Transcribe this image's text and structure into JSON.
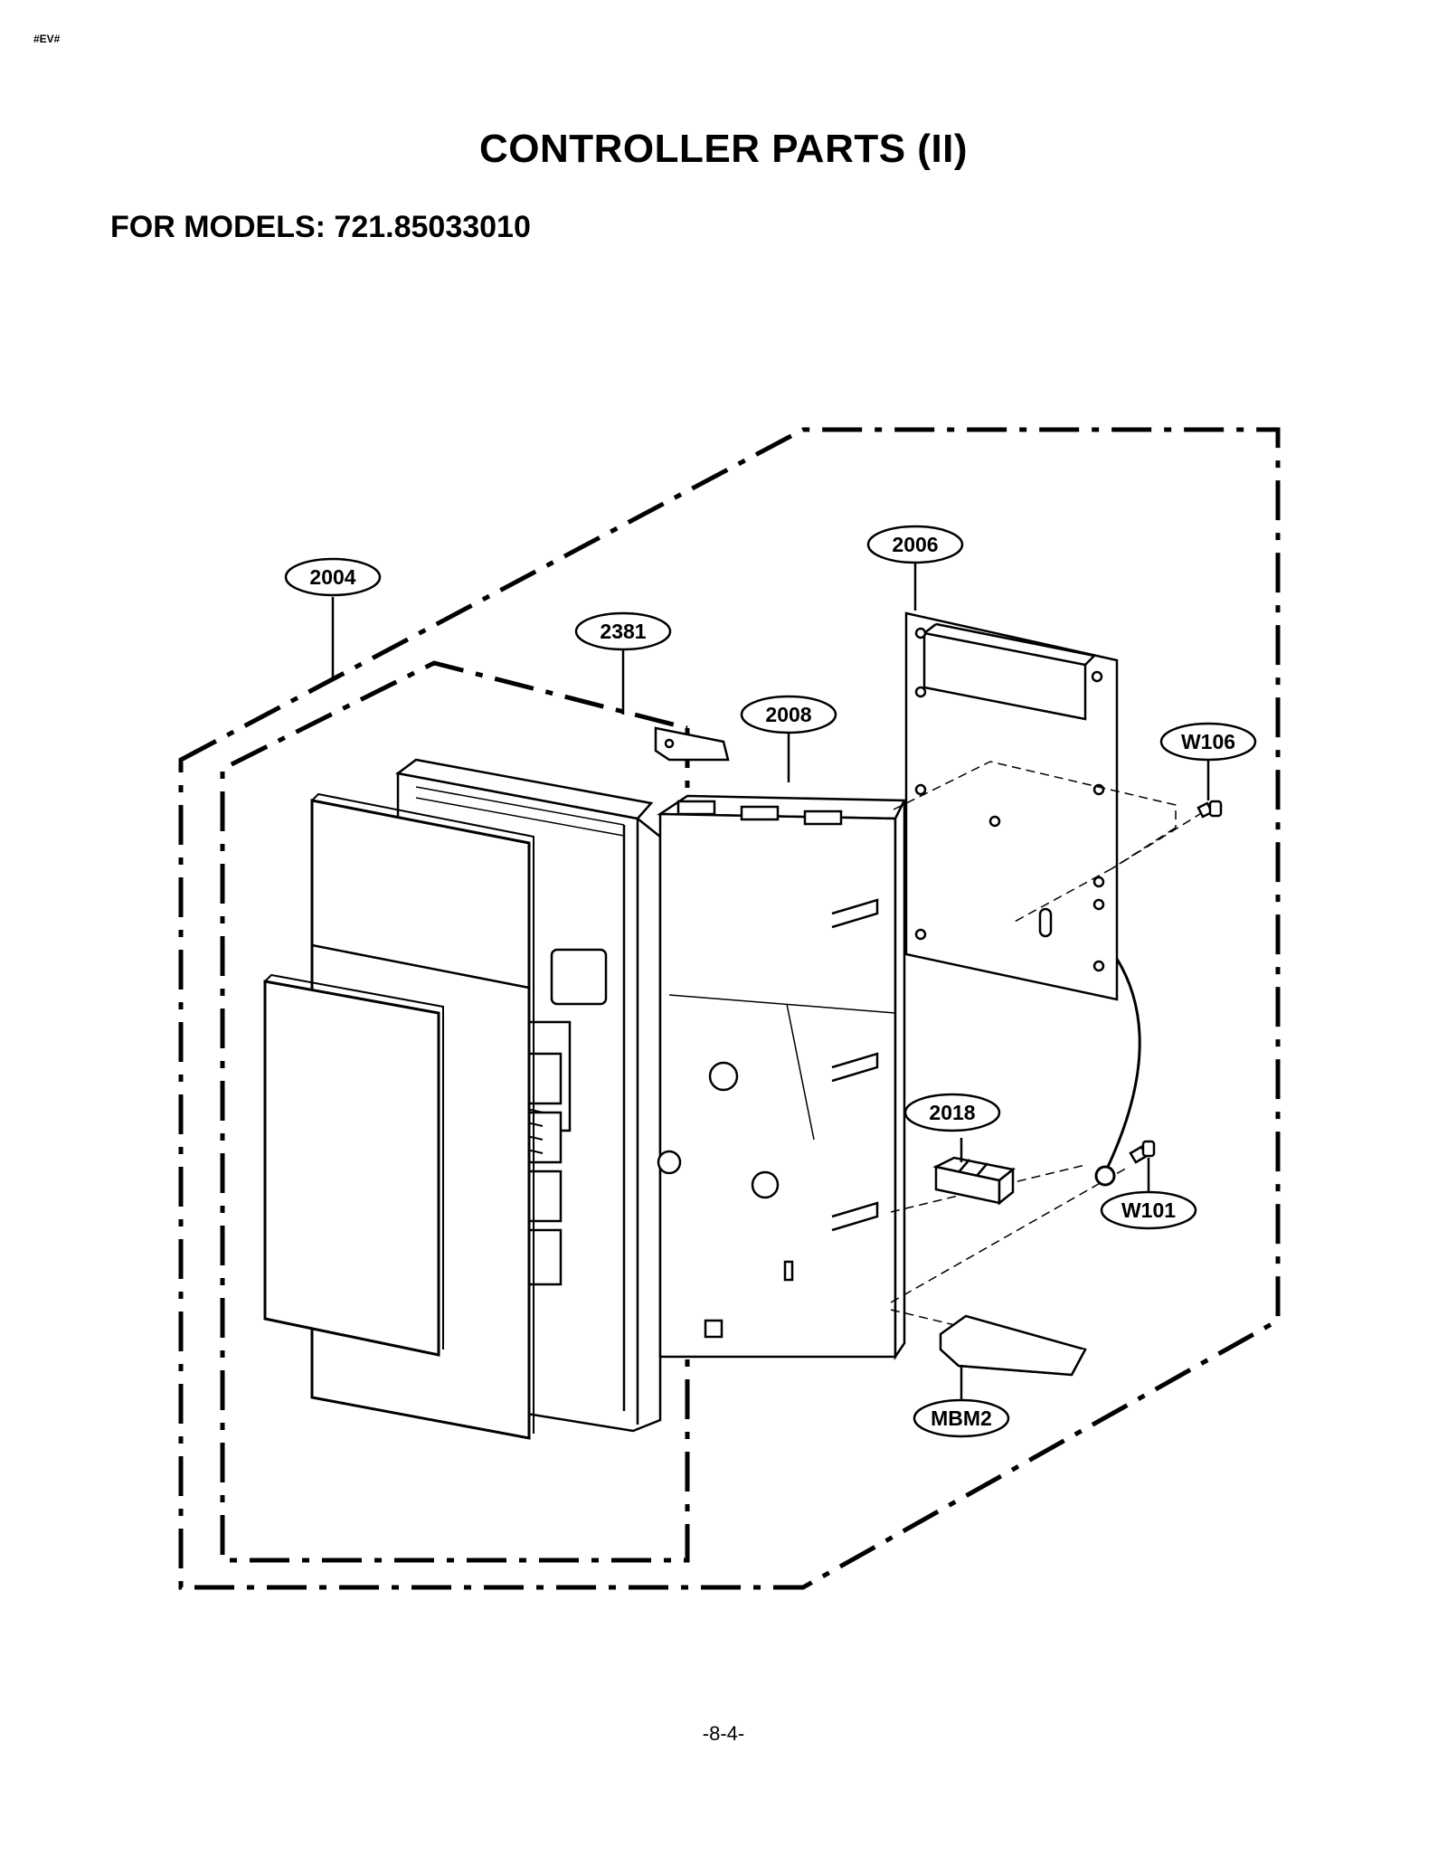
{
  "header": {
    "doc_code": "#EV#"
  },
  "title": "CONTROLLER PARTS (II)",
  "models": "FOR MODELS: 721.85033010",
  "callouts": [
    {
      "id": "2004",
      "label": "2004"
    },
    {
      "id": "2381",
      "label": "2381"
    },
    {
      "id": "2008",
      "label": "2008"
    },
    {
      "id": "2006",
      "label": "2006"
    },
    {
      "id": "W106",
      "label": "W106"
    },
    {
      "id": "2018",
      "label": "2018"
    },
    {
      "id": "W101",
      "label": "W101"
    },
    {
      "id": "MBM2",
      "label": "MBM2"
    }
  ],
  "footer": {
    "page_number": "-8-4-"
  }
}
